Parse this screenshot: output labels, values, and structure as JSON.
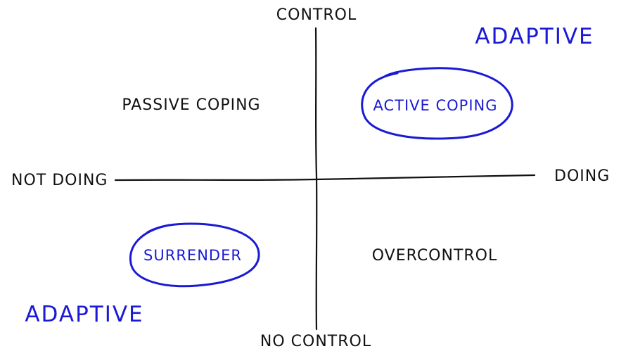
{
  "diagram": {
    "axes": {
      "top": "CONTROL",
      "bottom": "NO CONTROL",
      "left": "NOT DOING",
      "right": "DOING"
    },
    "quadrants": {
      "top_left": "PASSIVE COPING",
      "top_right": "ACTIVE COPING",
      "bottom_left": "SURRENDER",
      "bottom_right": "OVERCONTROL"
    },
    "adaptive_tags": {
      "top_right": "ADAPTIVE",
      "bottom_left": "ADAPTIVE"
    },
    "circled_quadrants": [
      "ACTIVE COPING",
      "SURRENDER"
    ],
    "colors": {
      "ink": "#111111",
      "highlight": "#1a1ad6"
    }
  }
}
